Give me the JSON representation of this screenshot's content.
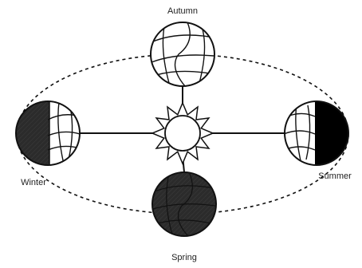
{
  "labels": {
    "autumn": "Autumn",
    "winter": "Winter",
    "summer": "Summer",
    "spring": "Spring"
  },
  "colors": {
    "line": "#111111",
    "night": "#2b2b2b",
    "summer_night": "#000000",
    "day": "#ffffff"
  },
  "icons": {
    "center": "sun-icon",
    "planet": "earth-globe-icon"
  }
}
